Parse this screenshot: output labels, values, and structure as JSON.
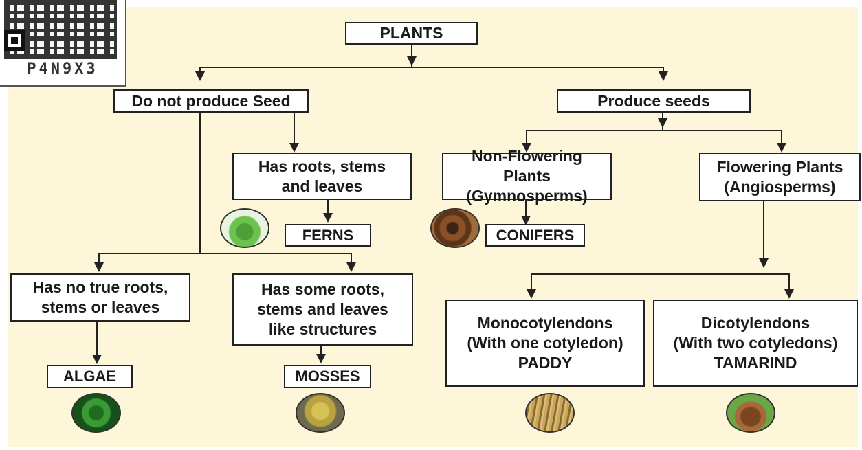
{
  "qr_code_text": "P4N9X3",
  "nodes": {
    "plants": "PLANTS",
    "no_seed": "Do not produce Seed",
    "seeds": "Produce seeds",
    "roots_stems": "Has roots, stems and leaves",
    "ferns": "FERNS",
    "non_flowering": "Non-Flowering Plants (Gymnosperms)",
    "conifers": "CONIFERS",
    "flowering": "Flowering Plants (Angiosperms)",
    "no_true_roots": "Has no true roots, stems or leaves",
    "algae": "ALGAE",
    "some_roots": "Has some roots, stems and leaves like structures",
    "mosses": "MOSSES",
    "mono_title": "Monocotylendons",
    "mono_sub": "(With one cotyledon)",
    "mono_example": "PADDY",
    "dico_title": "Dicotylendons",
    "dico_sub": "(With two cotyledons)",
    "dico_example": "TAMARIND"
  },
  "colors": {
    "background": "#fdf6d8",
    "box_border": "#222222",
    "text": "#1a1a1a"
  }
}
